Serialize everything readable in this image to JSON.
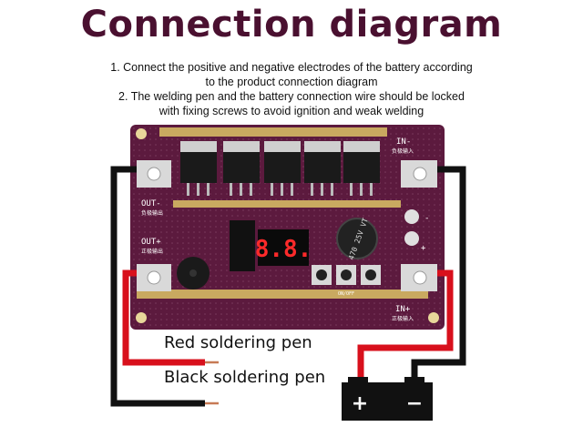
{
  "title": "Connection diagram",
  "instructions": [
    "1. Connect the positive and negative electrodes of the battery according to the product connection diagram",
    "2. The welding pen and the battery connection wire should be locked with fixing screws to avoid ignition and weak welding"
  ],
  "board": {
    "in_minus": "IN-",
    "in_minus_sub": "负极输入",
    "in_plus": "IN+",
    "in_plus_sub": "正极输入",
    "out_minus": "OUT-",
    "out_minus_sub": "负极输出",
    "out_plus": "OUT+",
    "out_plus_sub": "正极输出",
    "display": "8.8.",
    "capacitor": "470 25V VT",
    "onoff": "ON/OFF",
    "minus_mark": "-",
    "plus_mark": "+"
  },
  "labels": {
    "red_pen": "Red soldering pen",
    "black_pen": "Black soldering pen"
  },
  "battery": {
    "plus": "+",
    "minus": "−"
  },
  "colors": {
    "pcb": "#5c1a3e",
    "red_wire": "#d8101c",
    "black_wire": "#111111",
    "title": "#4a1030"
  }
}
